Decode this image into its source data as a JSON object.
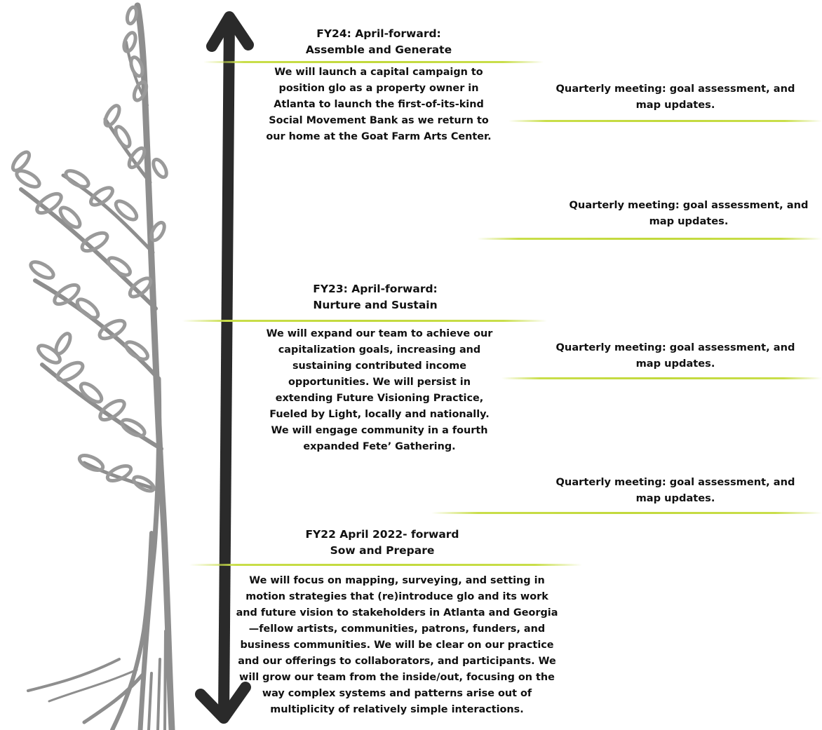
{
  "milestones": [
    {
      "title_line1": "FY24: April-forward:",
      "title_line2": "Assemble and Generate",
      "lines": [
        "We will launch a capital campaign to",
        "position glo as a property owner in",
        "Atlanta to launch the first-of-its-kind",
        "Social Movement Bank as we return to",
        "our home at the Goat Farm Arts Center."
      ]
    },
    {
      "title_line1": "FY23: April-forward:",
      "title_line2": "Nurture and Sustain",
      "lines": [
        "We will expand our team to achieve our",
        "capitalization goals, increasing and",
        "sustaining contributed income",
        "opportunities. We will persist in",
        "extending Future Visioning Practice,",
        "Fueled by Light, locally and nationally.",
        "We will engage community in a fourth",
        "expanded Fete’ Gathering."
      ]
    },
    {
      "title_line1": "FY22 April 2022- forward",
      "title_line2": "Sow and Prepare",
      "lines": [
        "We will focus on mapping, surveying, and setting in",
        "motion strategies that (re)introduce glo and its work",
        "and future vision to stakeholders in Atlanta and Georgia",
        "—fellow artists, communities, patrons, funders, and",
        "business communities. We will be clear on our practice",
        "and our offerings to collaborators, and participants. We",
        "will grow our team from the inside/out, focusing on the",
        "way complex systems and patterns arise out of",
        "multiplicity of relatively simple interactions."
      ]
    }
  ],
  "quarterly": [
    {
      "line1": "Quarterly meeting: goal assessment, and",
      "line2": "map updates."
    },
    {
      "line1": "Quarterly meeting: goal assessment, and",
      "line2": "map updates."
    },
    {
      "line1": "Quarterly meeting: goal assessment, and",
      "line2": "map updates."
    },
    {
      "line1": "Quarterly meeting: goal assessment, and",
      "line2": "map updates."
    }
  ],
  "colors": {
    "accent_line": "#c2d93c",
    "arrow": "#2a2a2a",
    "tree": "#8c8c8c"
  },
  "icons": {
    "tree": "tree-sketch-icon",
    "arrow": "double-headed-arrow-icon"
  }
}
